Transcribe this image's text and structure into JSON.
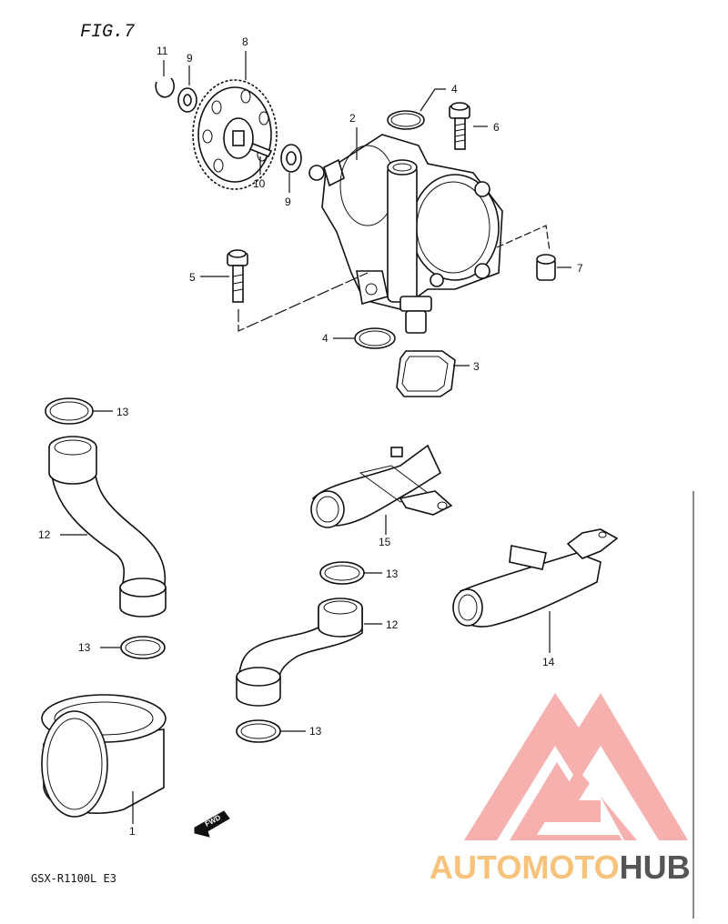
{
  "figure": {
    "title": "FIG.7"
  },
  "model_code": "GSX-R1100L E3",
  "fwd_mark": "FWD",
  "callouts": [
    "1",
    "2",
    "3",
    "4",
    "4",
    "5",
    "6",
    "7",
    "8",
    "9",
    "9",
    "10",
    "11",
    "12",
    "12",
    "13",
    "13",
    "13",
    "13",
    "14",
    "15"
  ],
  "watermark": {
    "text_part1": "AUTOMOTO",
    "text_part2": "HUB",
    "colors": {
      "logo": "#f5a3a0",
      "text_accent": "#f7c27a",
      "text_dark": "#555555"
    }
  }
}
